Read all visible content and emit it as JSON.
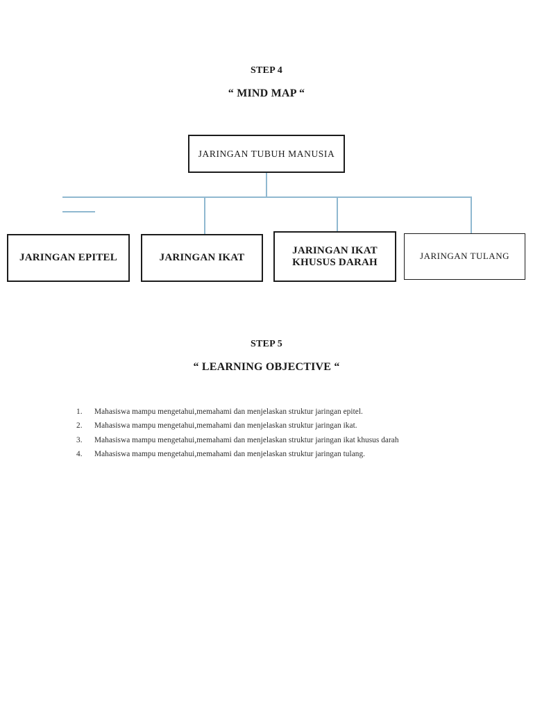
{
  "document": {
    "step4": {
      "step_label": "STEP 4",
      "section_title": "“ MIND MAP “"
    },
    "step5": {
      "step_label": "STEP 5",
      "section_title": "“ LEARNING OBJECTIVE “"
    }
  },
  "mindmap": {
    "root": {
      "label": "JARINGAN TUBUH MANUSIA"
    },
    "children": [
      {
        "label": "JARINGAN EPITEL"
      },
      {
        "label": "JARINGAN IKAT"
      },
      {
        "label": "JARINGAN IKAT KHUSUS DARAH"
      },
      {
        "label": "JARINGAN TULANG"
      }
    ],
    "connector_color": "#8fb8d0",
    "node_border_color": "#1b1b1b"
  },
  "learning_objectives": [
    {
      "number": "1.",
      "text": "Mahasiswa mampu mengetahui,memahami dan menjelaskan struktur jaringan epitel."
    },
    {
      "number": "2.",
      "text": "Mahasiswa mampu mengetahui,memahami dan menjelaskan struktur jaringan ikat."
    },
    {
      "number": "3.",
      "text": "Mahasiswa mampu mengetahui,memahami dan menjelaskan struktur jaringan ikat khusus darah"
    },
    {
      "number": "4.",
      "text": "Mahasiswa mampu mengetahui,memahami dan menjelaskan struktur jaringan tulang."
    }
  ]
}
